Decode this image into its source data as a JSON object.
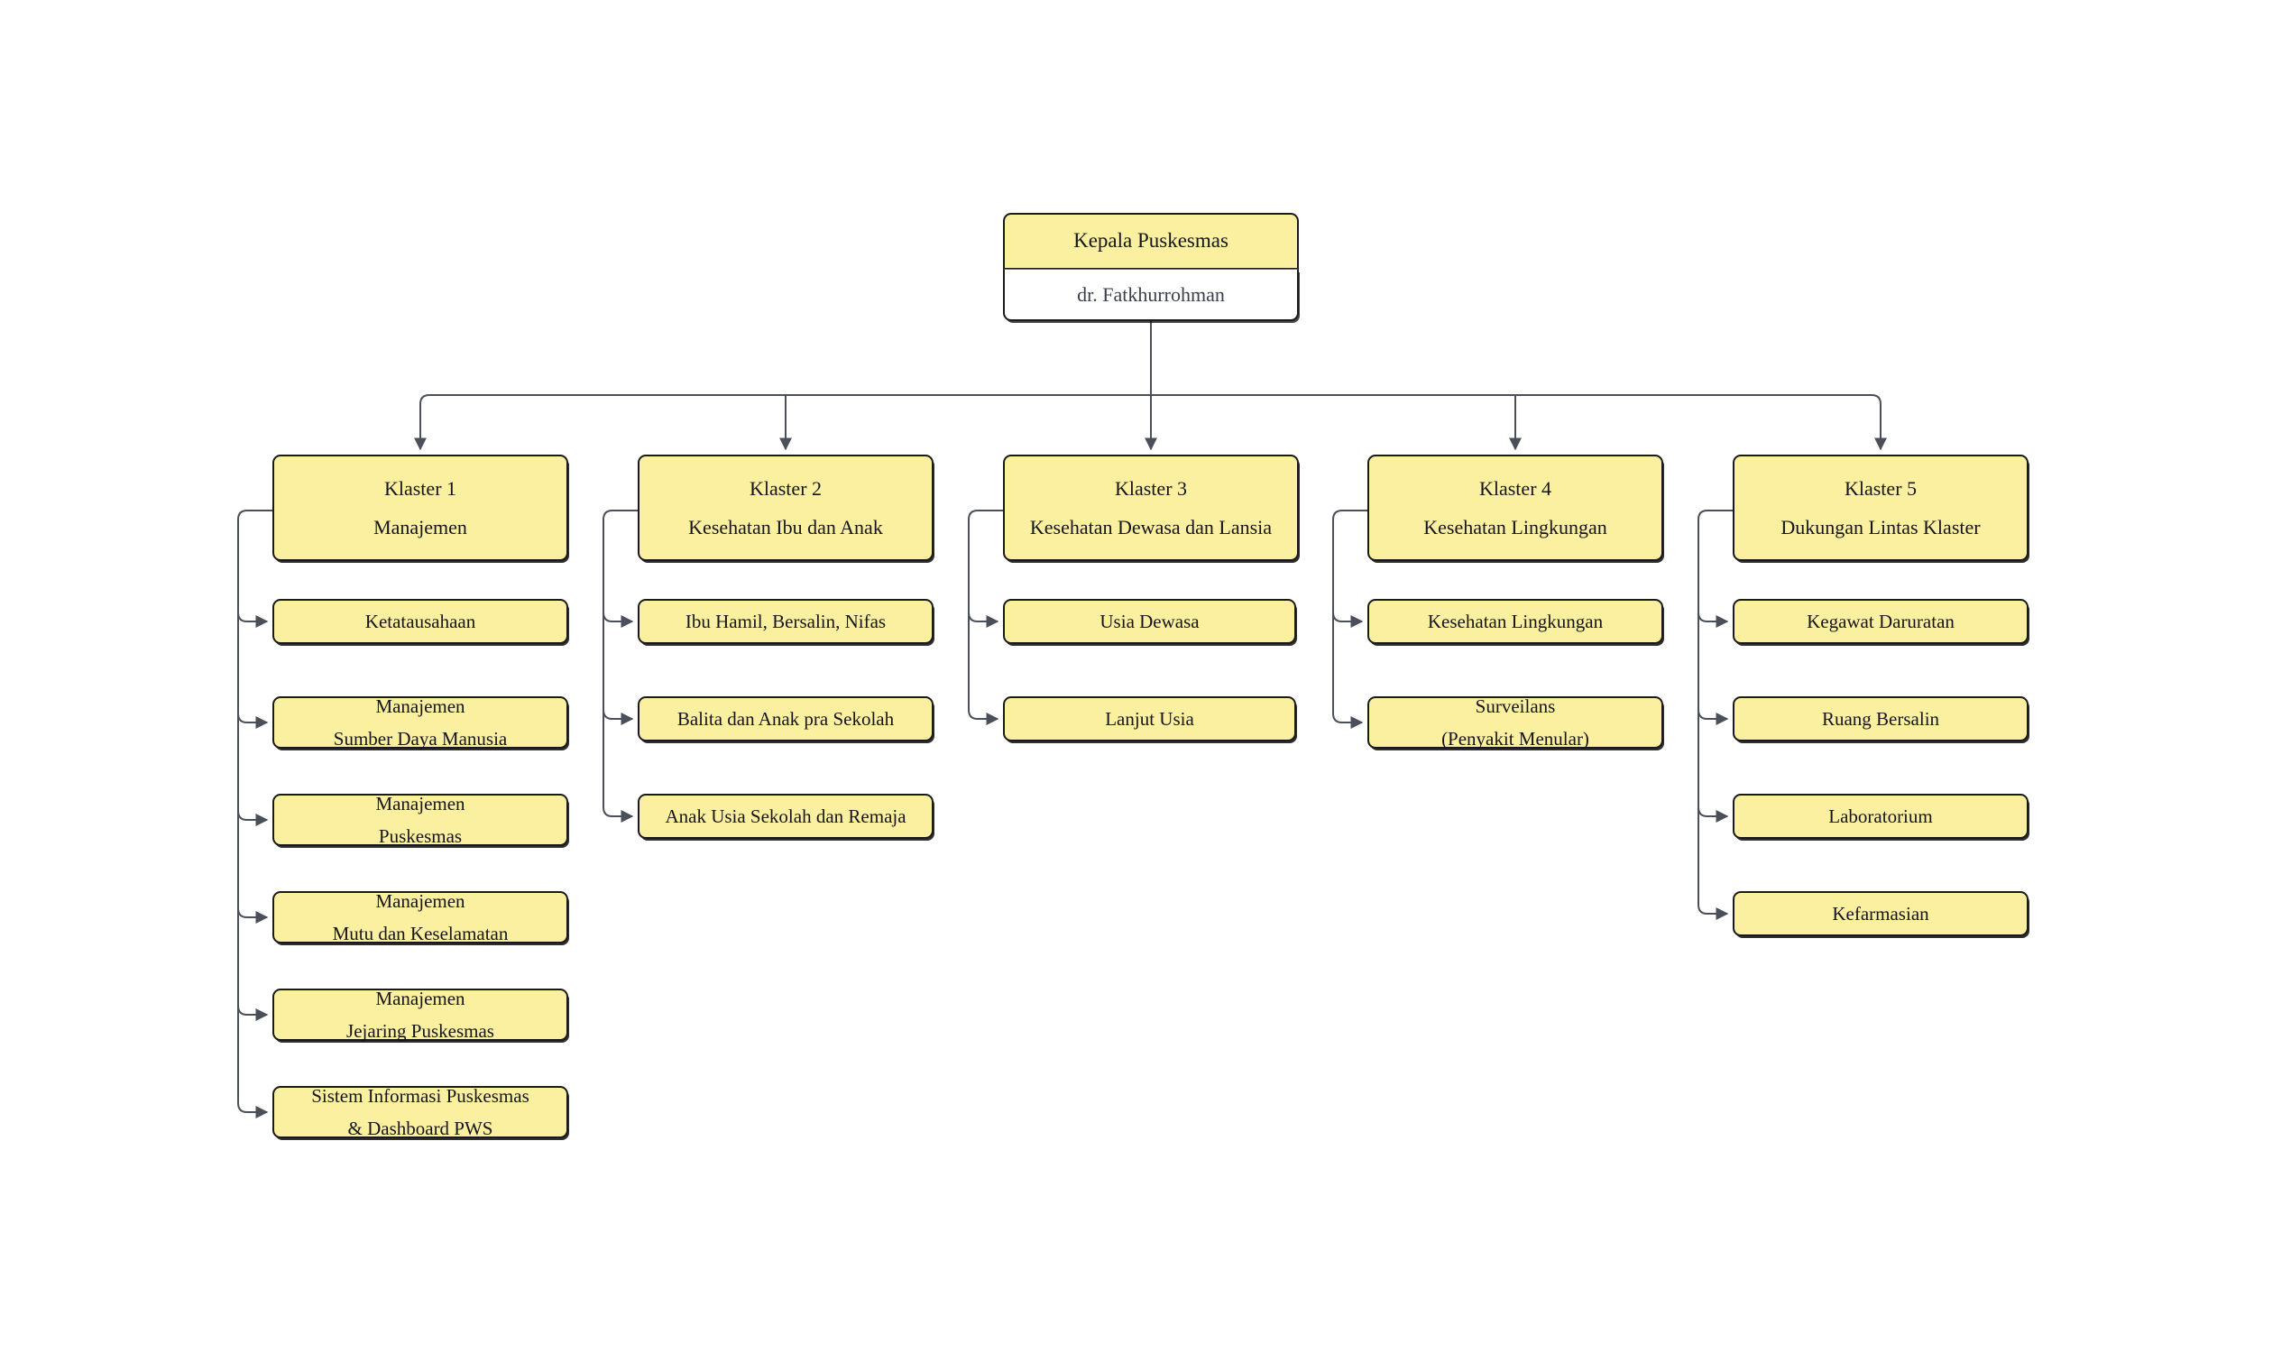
{
  "diagram": {
    "title": "Struktur Organisasi Puskesmas",
    "colors": {
      "node_fill": "#fbefa0",
      "node_border": "#1a1a1a",
      "root_sub_fill": "#ffffff",
      "root_sub_text": "#3a3f4b",
      "edge": "#4a4f5a",
      "background": "#ffffff"
    }
  },
  "root": {
    "title": "Kepala Puskesmas",
    "subtitle": "dr. Fatkhurrohman"
  },
  "clusters": [
    {
      "id": "klaster-1",
      "line1": "Klaster 1",
      "line2": "Manajemen",
      "children": [
        {
          "line1": "Ketatausahaan",
          "line2": ""
        },
        {
          "line1": "Manajemen",
          "line2": "Sumber Daya Manusia"
        },
        {
          "line1": "Manajemen",
          "line2": "Puskesmas"
        },
        {
          "line1": "Manajemen",
          "line2": "Mutu dan Keselamatan"
        },
        {
          "line1": "Manajemen",
          "line2": "Jejaring Puskesmas"
        },
        {
          "line1": "Sistem Informasi Puskesmas",
          "line2": "& Dashboard PWS"
        }
      ]
    },
    {
      "id": "klaster-2",
      "line1": "Klaster 2",
      "line2": "Kesehatan Ibu dan Anak",
      "children": [
        {
          "line1": "Ibu Hamil, Bersalin, Nifas",
          "line2": ""
        },
        {
          "line1": "Balita dan Anak pra Sekolah",
          "line2": ""
        },
        {
          "line1": "Anak Usia Sekolah dan Remaja",
          "line2": ""
        }
      ]
    },
    {
      "id": "klaster-3",
      "line1": "Klaster 3",
      "line2": "Kesehatan Dewasa dan Lansia",
      "children": [
        {
          "line1": "Usia Dewasa",
          "line2": ""
        },
        {
          "line1": "Lanjut Usia",
          "line2": ""
        }
      ]
    },
    {
      "id": "klaster-4",
      "line1": "Klaster 4",
      "line2": "Kesehatan Lingkungan",
      "children": [
        {
          "line1": "Kesehatan Lingkungan",
          "line2": ""
        },
        {
          "line1": "Surveilans",
          "line2": "(Penyakit Menular)"
        }
      ]
    },
    {
      "id": "klaster-5",
      "line1": "Klaster 5",
      "line2": "Dukungan Lintas Klaster",
      "children": [
        {
          "line1": "Kegawat Daruratan",
          "line2": ""
        },
        {
          "line1": "Ruang Bersalin",
          "line2": ""
        },
        {
          "line1": "Laboratorium",
          "line2": ""
        },
        {
          "line1": "Kefarmasian",
          "line2": ""
        }
      ]
    }
  ]
}
